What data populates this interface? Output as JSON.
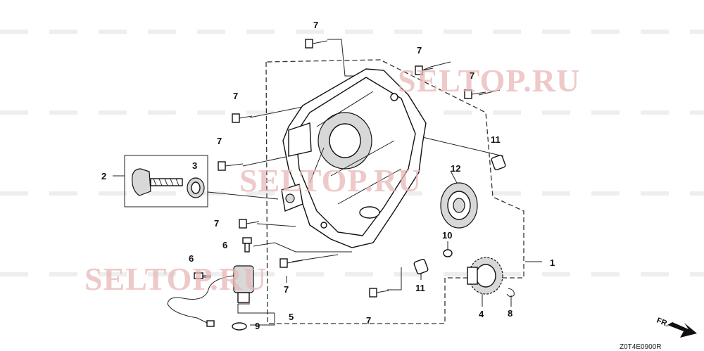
{
  "callouts": {
    "c1": "1",
    "c2": "2",
    "c3": "3",
    "c4": "4",
    "c5": "5",
    "c6a": "6",
    "c6b": "6",
    "c7a": "7",
    "c7b": "7",
    "c7c": "7",
    "c7d": "7",
    "c7e": "7",
    "c7f": "7",
    "c7g": "7",
    "c7h": "7",
    "c8": "8",
    "c9": "9",
    "c10": "10",
    "c11a": "11",
    "c11b": "11",
    "c12": "12"
  },
  "watermarks": {
    "top": "SELTOP.RU",
    "middle": "SELTOP.RU",
    "bottom": "SELTOP.RU"
  },
  "direction_label": "FR.",
  "diagram_code": "Z0T4E0900R"
}
